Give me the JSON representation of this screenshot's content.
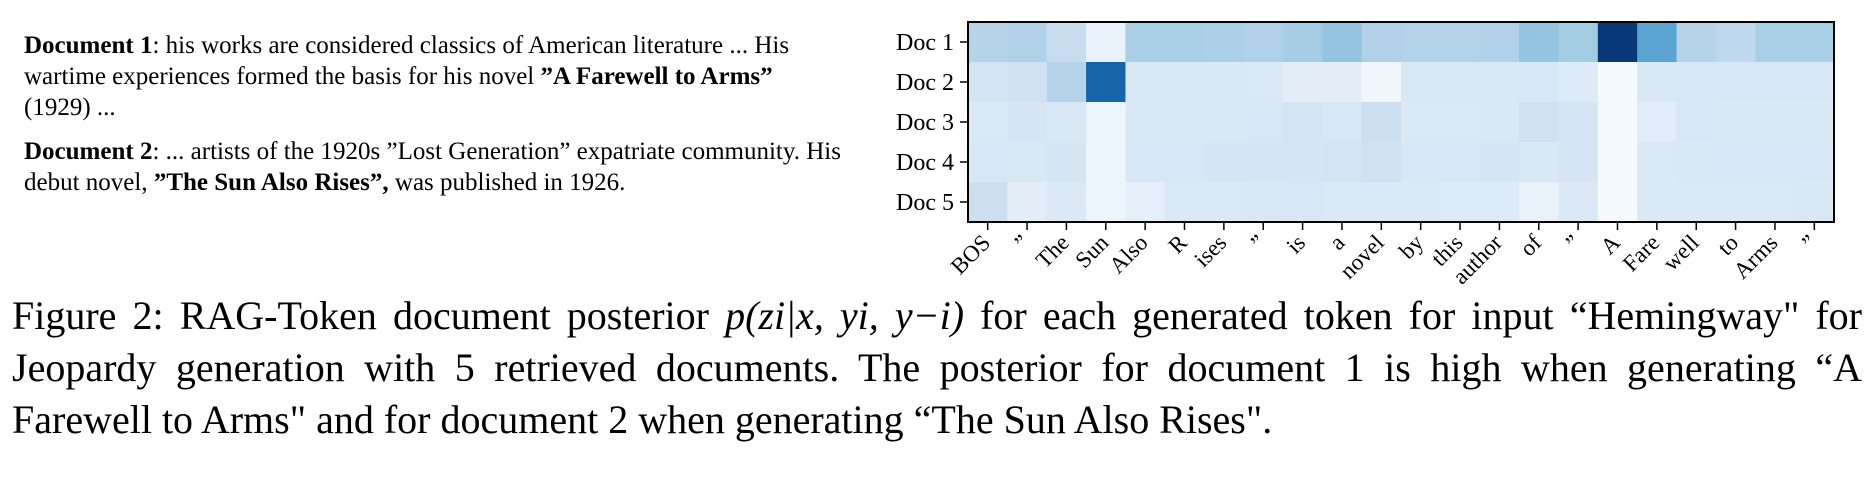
{
  "documents": [
    {
      "label": "Document 1",
      "text_1": ": his works are considered classics of American literature ... His wartime experiences formed the basis for his novel ",
      "bold": "”A Farewell to Arms”",
      "text_2": " (1929) ..."
    },
    {
      "label": "Document 2",
      "text_1": ": ... artists of the 1920s ”Lost Generation” expatriate community. His debut novel, ",
      "bold": "”The Sun Also Rises”,",
      "text_2": " was published in 1926."
    }
  ],
  "caption": {
    "prefix": "Figure 2: RAG-Token document posterior ",
    "formula": "p(zi|x, yi, y−i)",
    "suffix": " for each generated token for input “Hemingway\" for Jeopardy generation with 5 retrieved documents. The posterior for document 1 is high when generating “A Farewell to Arms\" and for document 2 when generating “The Sun Also Rises\"."
  },
  "colors": {
    "colormap": "Blues"
  },
  "chart_data": {
    "type": "heatmap",
    "rows": [
      "Doc 1",
      "Doc 2",
      "Doc 3",
      "Doc 4",
      "Doc 5"
    ],
    "columns": [
      "BOS",
      "”",
      "The",
      "Sun",
      "Also",
      "R",
      "ises",
      "”",
      "is",
      "a",
      "novel",
      "by",
      "this",
      "author",
      "of",
      "”",
      "A",
      "Fare",
      "well",
      "to",
      "Arms",
      "”"
    ],
    "x_tick_labels": [
      "BOS",
      "”",
      "The",
      "Sun",
      "Also",
      "R",
      "ises",
      "”",
      "is",
      "a",
      "novel",
      "by",
      "this",
      "author",
      "of",
      "”",
      "A",
      "Fare",
      "well",
      "to",
      "Arms",
      "”"
    ],
    "values": [
      [
        0.3,
        0.32,
        0.24,
        0.07,
        0.34,
        0.34,
        0.33,
        0.32,
        0.35,
        0.4,
        0.32,
        0.31,
        0.31,
        0.32,
        0.4,
        0.36,
        0.97,
        0.55,
        0.3,
        0.27,
        0.34,
        0.34
      ],
      [
        0.18,
        0.2,
        0.3,
        0.8,
        0.15,
        0.15,
        0.15,
        0.14,
        0.1,
        0.1,
        0.04,
        0.15,
        0.15,
        0.15,
        0.16,
        0.13,
        0.01,
        0.15,
        0.16,
        0.16,
        0.16,
        0.16
      ],
      [
        0.14,
        0.17,
        0.15,
        0.05,
        0.15,
        0.15,
        0.15,
        0.16,
        0.18,
        0.16,
        0.22,
        0.14,
        0.14,
        0.15,
        0.2,
        0.17,
        0.01,
        0.11,
        0.16,
        0.15,
        0.15,
        0.15
      ],
      [
        0.16,
        0.15,
        0.17,
        0.05,
        0.16,
        0.16,
        0.17,
        0.17,
        0.17,
        0.18,
        0.2,
        0.16,
        0.16,
        0.17,
        0.15,
        0.17,
        0.01,
        0.14,
        0.15,
        0.16,
        0.16,
        0.16
      ],
      [
        0.22,
        0.1,
        0.14,
        0.05,
        0.09,
        0.14,
        0.14,
        0.15,
        0.16,
        0.14,
        0.14,
        0.14,
        0.13,
        0.13,
        0.07,
        0.14,
        0.01,
        0.14,
        0.14,
        0.14,
        0.14,
        0.15
      ]
    ],
    "grid": false,
    "legend": "none"
  }
}
